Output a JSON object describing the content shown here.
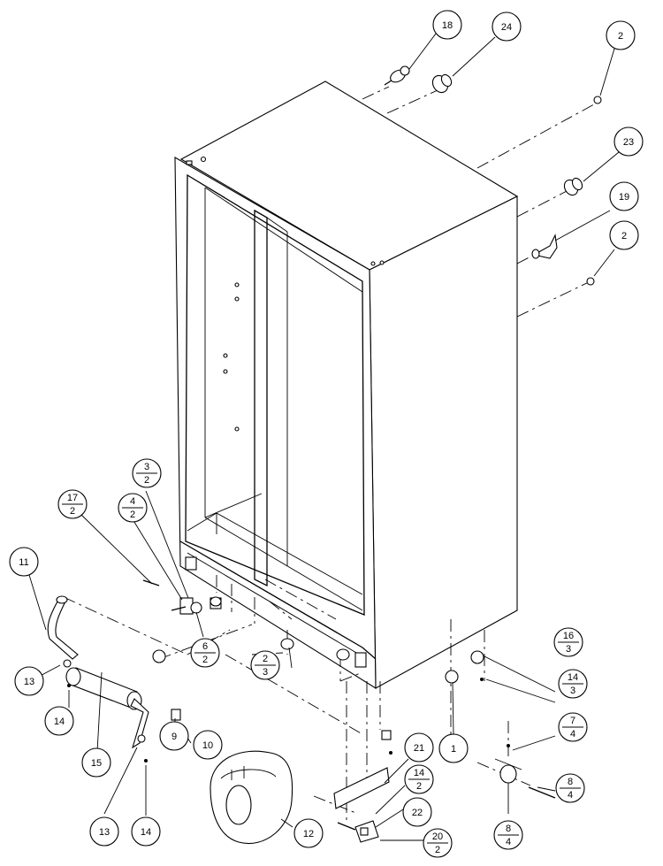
{
  "callouts": [
    {
      "id": "c-18",
      "label": "18"
    },
    {
      "id": "c-24",
      "label": "24"
    },
    {
      "id": "c-2a",
      "label": "2"
    },
    {
      "id": "c-23",
      "label": "23"
    },
    {
      "id": "c-19",
      "label": "19"
    },
    {
      "id": "c-2b",
      "label": "2"
    },
    {
      "id": "c-3-2",
      "top": "3",
      "bottom": "2"
    },
    {
      "id": "c-4-2a",
      "top": "4",
      "bottom": "2"
    },
    {
      "id": "c-17-2",
      "top": "17",
      "bottom": "2"
    },
    {
      "id": "c-11",
      "label": "11"
    },
    {
      "id": "c-6-2",
      "top": "6",
      "bottom": "2"
    },
    {
      "id": "c-2-3",
      "top": "2",
      "bottom": "3"
    },
    {
      "id": "c-16-3",
      "top": "16",
      "bottom": "3"
    },
    {
      "id": "c-14-3",
      "top": "14",
      "bottom": "3"
    },
    {
      "id": "c-13a",
      "label": "13"
    },
    {
      "id": "c-14a",
      "label": "14"
    },
    {
      "id": "c-15",
      "label": "15"
    },
    {
      "id": "c-9",
      "label": "9"
    },
    {
      "id": "c-10",
      "label": "10"
    },
    {
      "id": "c-1",
      "label": "1"
    },
    {
      "id": "c-7-4",
      "top": "7",
      "bottom": "4"
    },
    {
      "id": "c-21",
      "label": "21"
    },
    {
      "id": "c-14-2",
      "top": "14",
      "bottom": "2"
    },
    {
      "id": "c-22",
      "label": "22"
    },
    {
      "id": "c-8-4a",
      "top": "8",
      "bottom": "4"
    },
    {
      "id": "c-8-4b",
      "top": "8",
      "bottom": "4"
    },
    {
      "id": "c-13b",
      "label": "13"
    },
    {
      "id": "c-14b",
      "label": "14"
    },
    {
      "id": "c-12",
      "label": "12"
    },
    {
      "id": "c-20-2",
      "top": "20",
      "bottom": "2"
    }
  ]
}
